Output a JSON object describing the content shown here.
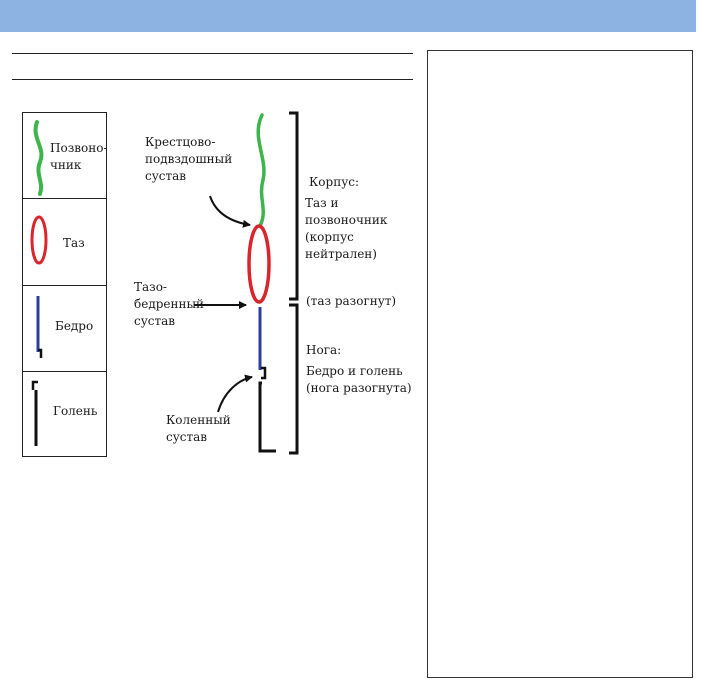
{
  "legend": {
    "items": [
      {
        "label": "Позвоно-\nчник"
      },
      {
        "label": "Таз"
      },
      {
        "label": "Бедро"
      },
      {
        "label": "Голень"
      }
    ]
  },
  "diagram": {
    "sacroiliac_label": "Крестцово-\nподвздошный\nсустав",
    "hip_label": "Тазо-\nбедренный\nсустав",
    "knee_label": "Коленный\nсустав",
    "trunk_title": "Корпус:",
    "trunk_desc": "Таз и\nпозвоночник\n(корпус\nнейтрален)",
    "pelvis_note": "(таз разогнут)",
    "leg_title": "Нога:",
    "leg_desc": "Бедро и голень\n(нога разогнута)"
  },
  "colors": {
    "spine": "#3db54a",
    "pelvis": "#d9252b",
    "thigh": "#2b3f9c",
    "shin": "#111111",
    "header_bar": "#8db3e2"
  }
}
